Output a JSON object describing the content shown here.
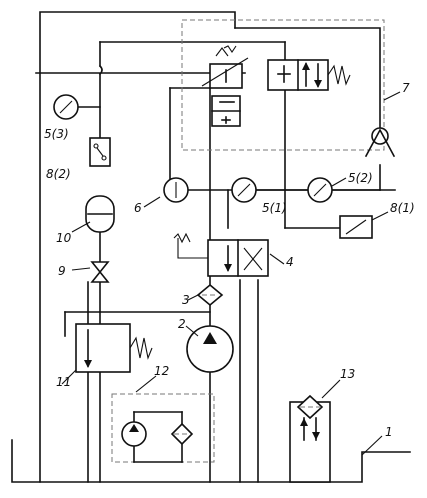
{
  "labels": {
    "tank": "1",
    "pump": "2",
    "filter": "3",
    "directional_valve_4": "4",
    "gauge_5_1": "5(1)",
    "gauge_5_2": "5(2)",
    "gauge_5_3": "5(3)",
    "gauge_6": "6",
    "control_unit_7": "7",
    "pressure_switch_8_1": "8(1)",
    "pressure_switch_8_2": "8(2)",
    "shutoff_valve": "9",
    "accumulator": "10",
    "relief_valve": "11",
    "aux_unit": "12",
    "breather_filter": "13"
  }
}
